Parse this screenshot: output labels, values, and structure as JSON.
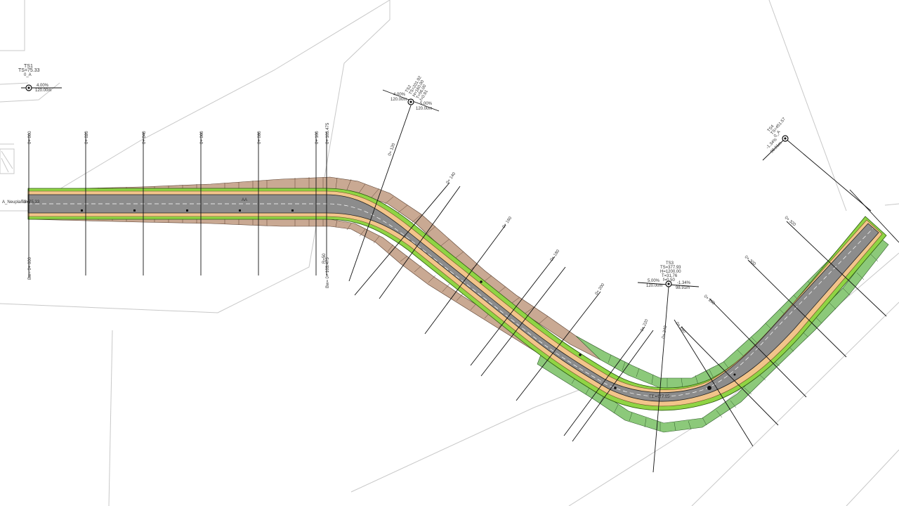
{
  "drawing": {
    "alignment_label": "A_Neuplanung",
    "alignment_start": "TS=75.33",
    "section_mark": "AA",
    "station_end": "TE=447.65"
  },
  "colors": {
    "asphalt": "#8c8c8c",
    "shoulder": "#f2c48a",
    "verge": "#8fd444",
    "cut_slope": "#c9a993",
    "fill_slope": "#8cc97a",
    "conflict": "#ee3d1c",
    "parcel_line": "#c8c8c8",
    "construction": "#111111"
  },
  "stations": {
    "ts1": {
      "name": "TS1",
      "sub": "TS=75.33",
      "extra": "0_A",
      "slope": "4.00%",
      "dist": "120.00m"
    },
    "ts2": {
      "name": "TS2",
      "slope_l": "4.00%",
      "slope_r": "5.00%",
      "dist_l": "120.00m",
      "dist_r": "120.00m",
      "lines": [
        "TS2",
        "TS=201.92",
        "H=160.00",
        "T=56.00",
        "f=0.91"
      ]
    },
    "ts3": {
      "name": "TS3",
      "slope_l": "5.00%",
      "slope_r": "-1.34%",
      "dist_l": "120.00m",
      "dist_r": "98.91m",
      "lines": [
        "TS3",
        "TS=377.93",
        "H=1200.00",
        "T=31.76",
        "f=0.50"
      ]
    },
    "ts4": {
      "name": "TS4",
      "slope": "-1.34%",
      "dist": "98.91m",
      "lines": [
        "TS4",
        "TS=451.57",
        "0_A"
      ]
    }
  },
  "profile_labels": {
    "straight": [
      "0+ 000",
      "0+ 020",
      "0+ 040",
      "0+ 060",
      "0+ 080",
      "0+ 100",
      "0+ 103.475"
    ],
    "curve1": [
      "0+ 120",
      "0+ 140",
      "0+ 160",
      "0+ 180",
      "0+ 200"
    ],
    "curve2": [
      "0+ 220",
      "0+ 240",
      "0+ 260",
      "0+ 280",
      "0+ 300",
      "0+ 320"
    ],
    "bottom_left": [
      "Bw= 0+ 000",
      "R=50",
      "Bw= 0+ 103.475"
    ]
  }
}
